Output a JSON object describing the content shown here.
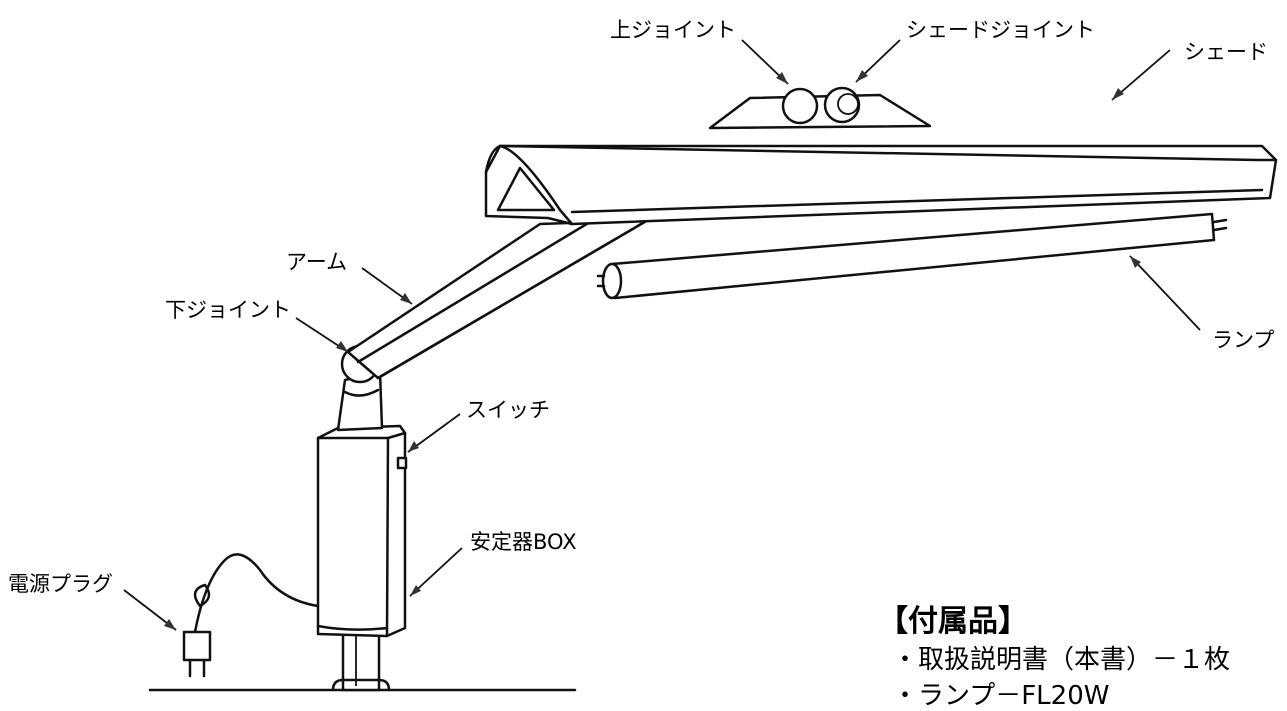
{
  "labels": {
    "upper_joint": "上ジョイント",
    "shade_joint": "シェードジョイント",
    "shade": "シェード",
    "arm": "アーム",
    "lower_joint": "下ジョイント",
    "lamp": "ランプ",
    "switch": "スイッチ",
    "ballast_box": "安定器BOX",
    "power_plug": "電源プラグ"
  },
  "accessories": {
    "title": "【付属品】",
    "items": [
      "・取扱説明書（本書）－１枚",
      "・ランプ－FL20W"
    ]
  },
  "colors": {
    "ink": "#111111",
    "background": "#ffffff"
  }
}
